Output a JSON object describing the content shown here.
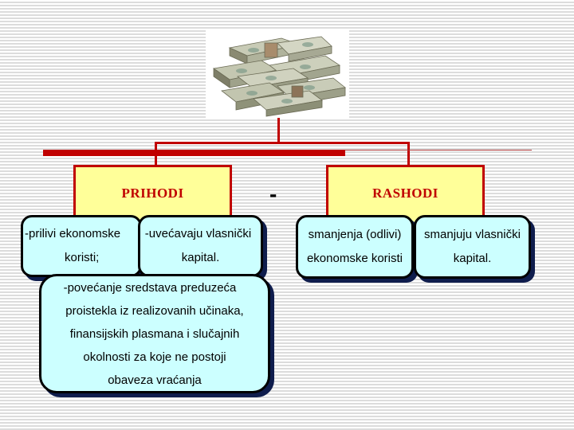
{
  "illustration": {
    "name": "money-stack",
    "description": "stack of dollar banknote bundles"
  },
  "operator": "-",
  "left": {
    "title": "PRIHODI",
    "boxes": [
      {
        "lines": [
          "-prilivi ekonomske",
          "koristi;"
        ]
      },
      {
        "lines": [
          "-uvećavaju vlasnički",
          "kapital."
        ]
      },
      {
        "lines": [
          "-povećanje sredstava preduzeća",
          "proistekla iz realizovanih učinaka,",
          "finansijskih plasmana i slučajnih",
          "okolnosti za koje ne postoji",
          "obaveza vraćanja"
        ]
      }
    ]
  },
  "right": {
    "title": "RASHODI",
    "boxes": [
      {
        "lines": [
          "smanjenja (odlivi)",
          "ekonomske koristi"
        ]
      },
      {
        "lines": [
          "smanjuju vlasnički",
          "kapital."
        ]
      }
    ]
  },
  "colors": {
    "connector": "#c00000",
    "header_fill": "#ffff99",
    "header_text": "#c00000",
    "note_fill": "#ccffff",
    "note_shadow": "#0f1d4d"
  }
}
